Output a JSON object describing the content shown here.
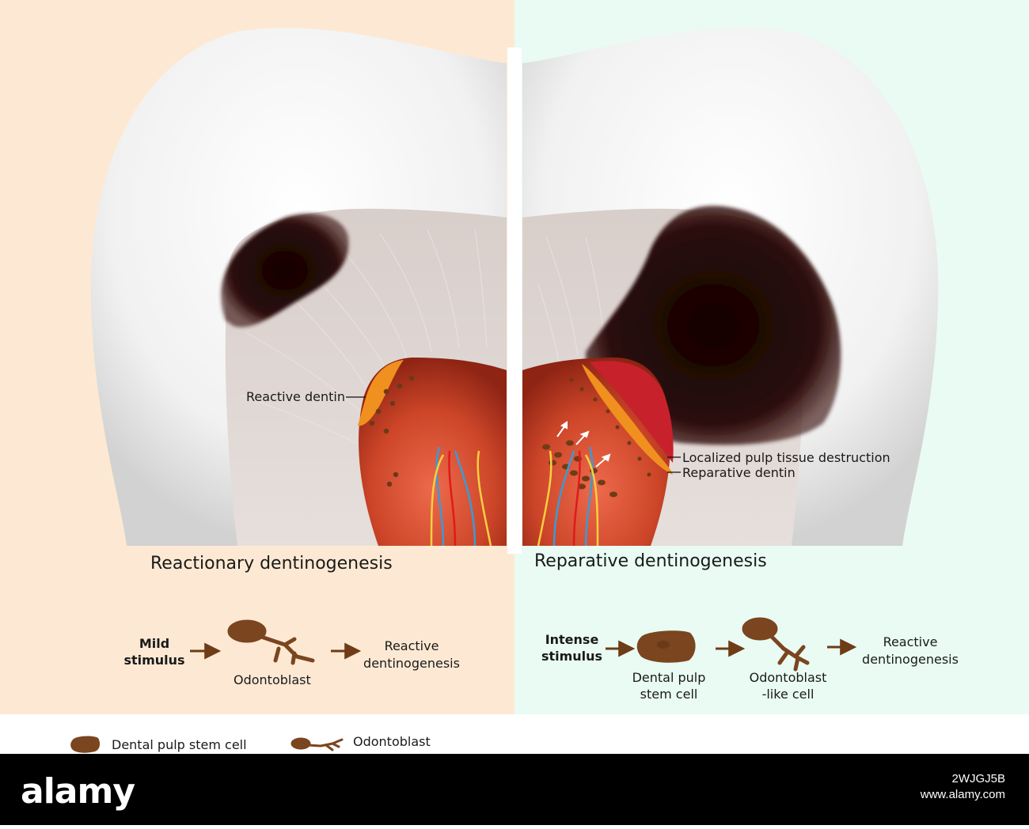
{
  "colors": {
    "left_panel_bg": "#fde9d3",
    "right_panel_bg": "#e9fbf3",
    "enamel": "#f3f3f3",
    "dentin": "#ddd4d0",
    "caries": "#2a0c0a",
    "pulp": "#c23f25",
    "reactive_dentin": "#f0901e",
    "cell_brown": "#7a451f",
    "arrow_brown": "#6e3c16"
  },
  "tooth_labels": {
    "reactive_dentin": "Reactive dentin",
    "localized_destruction": "Localized pulp tissue destruction",
    "reparative_dentin": "Reparative dentin"
  },
  "left": {
    "title": "Reactionary dentinogenesis",
    "stimulus_line1": "Mild",
    "stimulus_line2": "stimulus",
    "cell_label": "Odontoblast",
    "result_line1": "Reactive",
    "result_line2": "dentinogenesis"
  },
  "right": {
    "title": "Reparative dentinogenesis",
    "stimulus_line1": "Intense",
    "stimulus_line2": "stimulus",
    "stem_label_line1": "Dental pulp",
    "stem_label_line2": "stem cell",
    "like_label_line1": "Odontoblast",
    "like_label_line2": "-like cell",
    "result_line1": "Reactive",
    "result_line2": "dentinogenesis"
  },
  "legend": {
    "stem_cell": "Dental pulp stem cell",
    "odontoblast": "Odontoblast"
  },
  "watermark": {
    "logo": "alamy",
    "image_id": "2WJGJ5B",
    "site": "www.alamy.com"
  }
}
